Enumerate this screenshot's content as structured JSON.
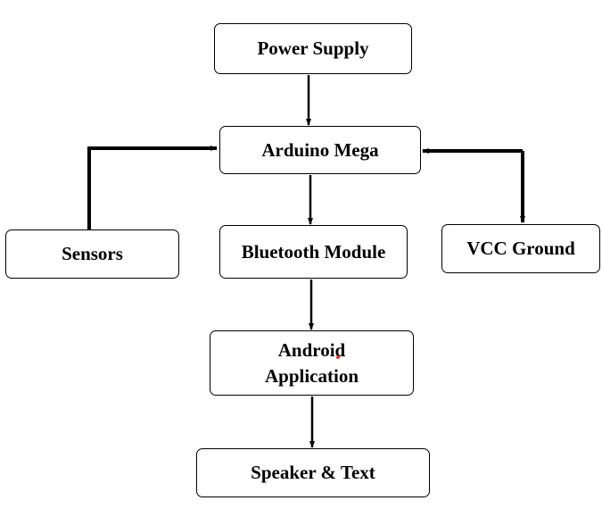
{
  "diagram": {
    "nodes": {
      "power_supply": "Power Supply",
      "arduino_mega": "Arduino Mega",
      "sensors": "Sensors",
      "bluetooth_module": "Bluetooth Module",
      "vcc_ground": "VCC Ground",
      "android_line1": "Android",
      "android_line2": "Application",
      "speaker_text": "Speaker & Text"
    },
    "edges": [
      {
        "from": "power_supply",
        "to": "arduino_mega"
      },
      {
        "from": "sensors",
        "to": "arduino_mega"
      },
      {
        "from": "vcc_ground",
        "to": "arduino_mega"
      },
      {
        "from": "arduino_mega",
        "to": "vcc_ground"
      },
      {
        "from": "arduino_mega",
        "to": "bluetooth_module"
      },
      {
        "from": "bluetooth_module",
        "to": "android_application"
      },
      {
        "from": "android_application",
        "to": "speaker_text"
      }
    ],
    "colors": {
      "line": "#000000",
      "box_border": "#000000",
      "background": "#ffffff"
    }
  }
}
